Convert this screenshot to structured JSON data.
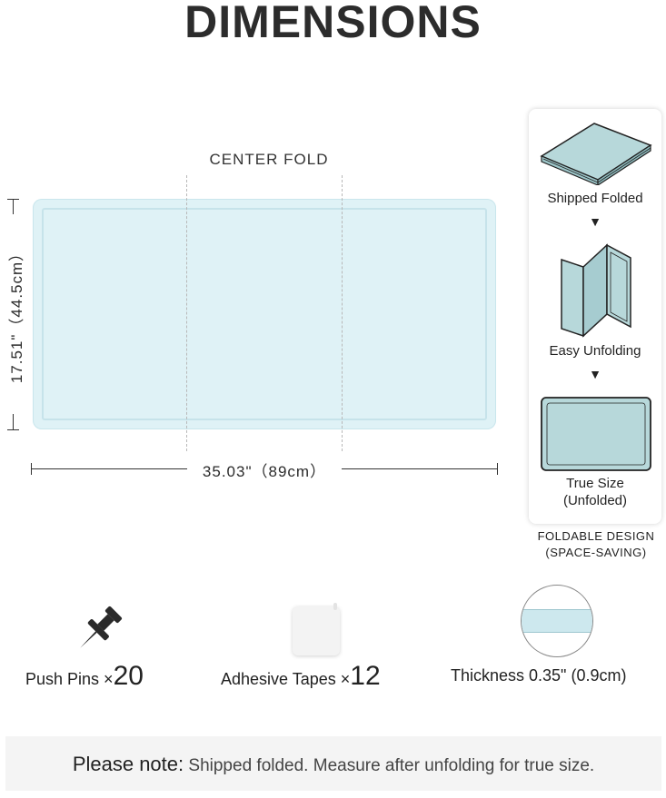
{
  "title": "DIMENSIONS",
  "mat": {
    "fold_label": "CENTER FOLD",
    "height_label": "17.51\"（44.5cm）",
    "width_label": "35.03\"（89cm）"
  },
  "folding_panel": {
    "step1": "Shipped Folded",
    "step2": "Easy Unfolding",
    "step3_line1": "True Size",
    "step3_line2": "(Unfolded)",
    "arrow": "▼",
    "caption_line1": "FOLDABLE DESIGN",
    "caption_line2": "(SPACE-SAVING)"
  },
  "accessories": {
    "push_pins_label": "Push Pins ×",
    "push_pins_count": "20",
    "tapes_label": "Adhesive Tapes ×",
    "tapes_count": "12",
    "thickness_label": "Thickness 0.35\" (0.9cm)"
  },
  "note": {
    "prefix": "Please note:",
    "text": " Shipped folded. Measure after unfolding for true size."
  },
  "colors": {
    "mat": "#dff2f6",
    "mat_dark": "#a9d0d6",
    "text": "#2b2b2b",
    "note_bg": "#f4f4f4"
  }
}
